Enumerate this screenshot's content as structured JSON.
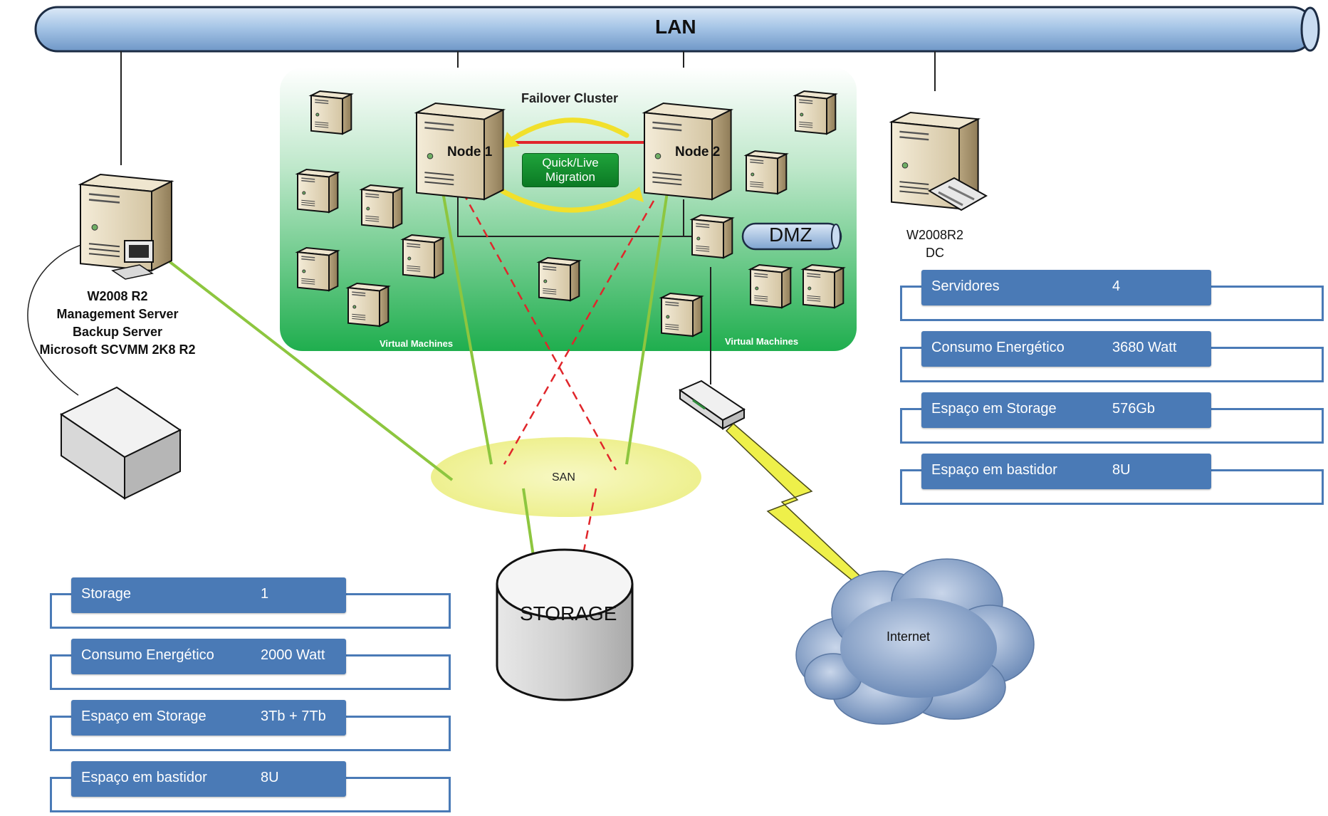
{
  "lan": {
    "label": "LAN"
  },
  "cluster": {
    "title": "Failover Cluster",
    "node1": "Node 1",
    "node2": "Node 2",
    "migration": "Quick/Live Migration",
    "vm_label_left": "Virtual Machines",
    "vm_label_right": "Virtual Machines"
  },
  "dmz": {
    "label": "DMZ"
  },
  "management_server": {
    "lines": [
      "W2008 R2",
      "Management Server",
      "Backup Server",
      "Microsoft SCVMM 2K8 R2"
    ]
  },
  "dc_server": {
    "lines": [
      "W2008R2",
      "DC"
    ]
  },
  "san": {
    "label": "SAN"
  },
  "storage": {
    "label": "STORAGE"
  },
  "internet": {
    "label": "Internet"
  },
  "server_stats": [
    {
      "label": "Servidores",
      "value": "4"
    },
    {
      "label": "Consumo Energético",
      "value": "3680 Watt"
    },
    {
      "label": "Espaço em Storage",
      "value": "576Gb"
    },
    {
      "label": "Espaço em bastidor",
      "value": "8U"
    }
  ],
  "storage_stats": [
    {
      "label": "Storage",
      "value": "1"
    },
    {
      "label": "Consumo Energético",
      "value": "2000 Watt"
    },
    {
      "label": "Espaço em Storage",
      "value": "3Tb + 7Tb"
    },
    {
      "label": "Espaço em bastidor",
      "value": "8U"
    }
  ],
  "colors": {
    "lan_tube": "#9cc0e6",
    "cluster_green": "#1fae4e",
    "stat_bar": "#4a7ab6",
    "fc_link": "#8dc63f",
    "iscsi_link": "#e0262b",
    "san_cloud": "#f3f5a8"
  }
}
